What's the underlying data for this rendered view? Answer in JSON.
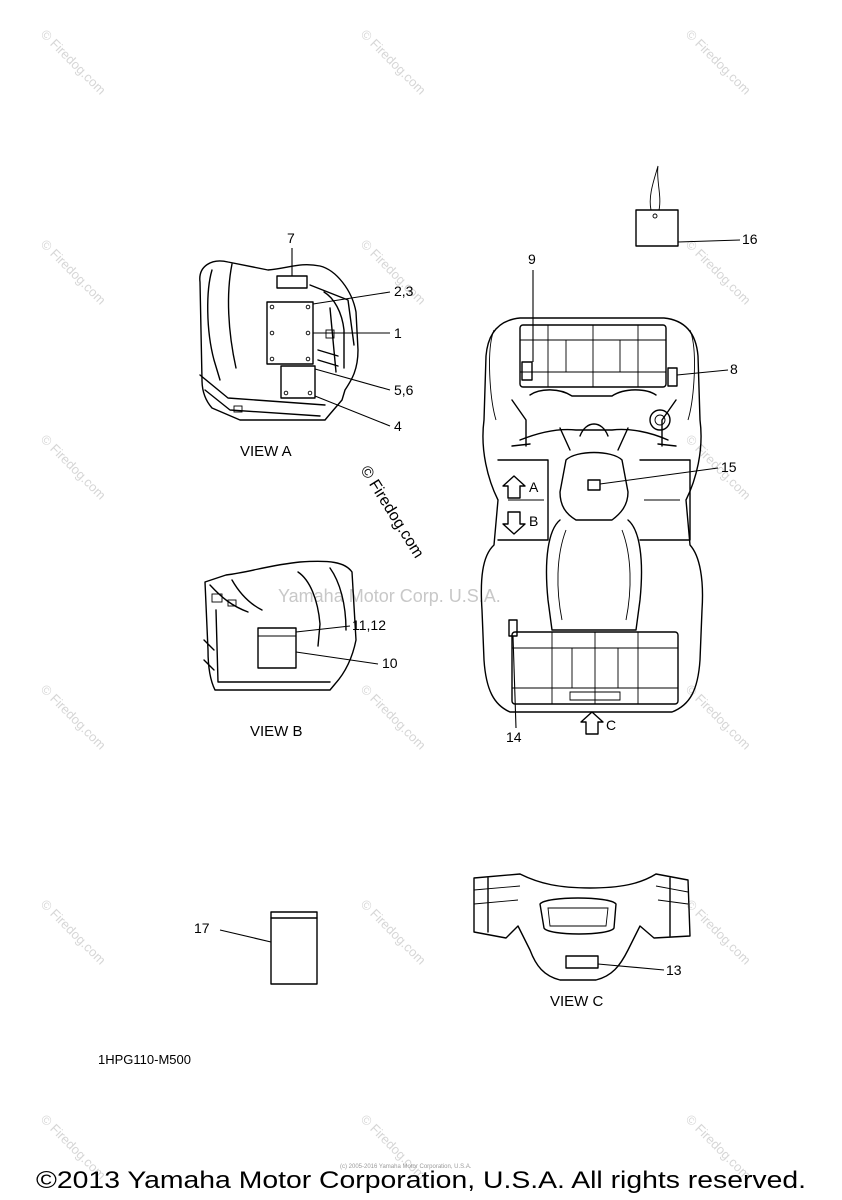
{
  "watermark": "© Firedog.com",
  "center_watermark": "Yamaha Motor Corp. U.S.A.",
  "stamp": "© Firedog.com",
  "views": {
    "a": "VIEW A",
    "b": "VIEW B",
    "c": "VIEW C"
  },
  "arrows": {
    "a": "A",
    "b": "B",
    "c": "C"
  },
  "callouts": {
    "c1": "1",
    "c23": "2,3",
    "c4": "4",
    "c56": "5,6",
    "c7": "7",
    "c8": "8",
    "c9": "9",
    "c10": "10",
    "c1112": "11,12",
    "c13": "13",
    "c14": "14",
    "c15": "15",
    "c16": "16",
    "c17": "17"
  },
  "diagram_code": "1HPG110-M500",
  "tiny_copyright": "(c) 2005-2016 Yamaha Motor Corporation, U.S.A.",
  "copyright": "©2013 Yamaha Motor Corporation, U.S.A. All rights reserved."
}
